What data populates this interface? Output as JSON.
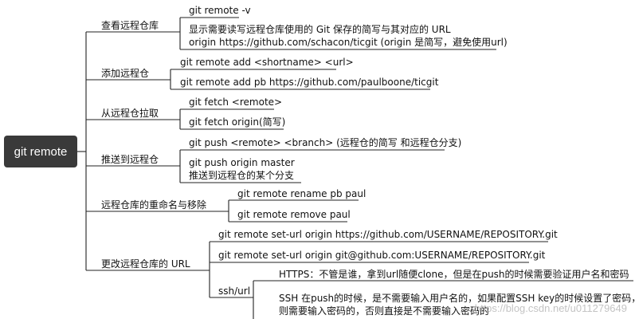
{
  "root": "git remote",
  "branches": {
    "view": {
      "label": "查看远程仓库",
      "leaves": [
        "git remote -v",
        "显示需要读写远程仓库使用的 Git 保存的简写与其对应的 URL",
        "origin https://github.com/schacon/ticgit (origin 是简写，避免使用url)"
      ]
    },
    "add": {
      "label": "添加远程仓",
      "leaves": [
        "git remote add <shortname> <url>",
        "git remote add pb https://github.com/paulboone/ticgit"
      ]
    },
    "fetch": {
      "label": "从远程仓拉取",
      "leaves": [
        "git fetch <remote>",
        "git fetch origin(简写)"
      ]
    },
    "push": {
      "label": "推送到远程仓",
      "leaves": [
        "git push <remote> <branch> (远程仓的简写 和远程仓分支)",
        "git push origin master",
        "推送到远程仓的某个分支"
      ]
    },
    "rename": {
      "label": "远程仓库的重命名与移除",
      "leaves": [
        "git remote rename pb paul",
        "git remote remove paul"
      ]
    },
    "seturl": {
      "label": "更改远程仓库的 URL",
      "leaves": [
        "git remote set-url origin https://github.com/USERNAME/REPOSITORY.git",
        "git remote set-url origin git@github.com:USERNAME/REPOSITORY.git"
      ],
      "sub": {
        "label": "ssh/url",
        "leaves": [
          "HTTPS：不管是谁，拿到url随便clone，但是在push的时候需要验证用户名和密码",
          "SSH 在push的时候，是不需要输入用户名的，如果配置SSH key的时候设置了密码，",
          "则需要输入密码的，否则直接是不需要输入密码的"
        ]
      }
    }
  },
  "watermark": "https://blog.csdn.net/u011279649",
  "colors": {
    "root_bg": "#3a3a3a",
    "line": "#222222"
  }
}
